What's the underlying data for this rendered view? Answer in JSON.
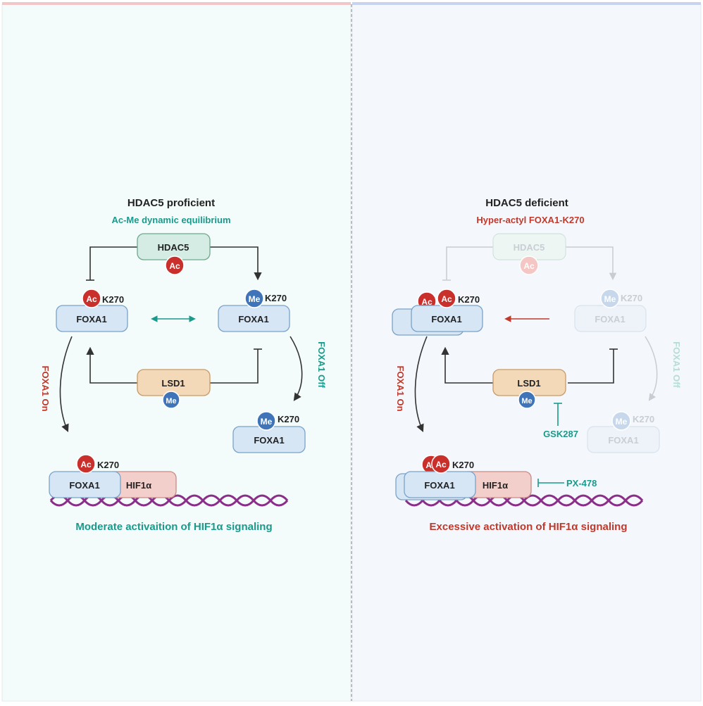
{
  "colors": {
    "teal": "#1a9a8a",
    "red": "#c0392b",
    "ac_badge": "#c9302c",
    "me_badge": "#3f74b9",
    "foxa1_fill": "#d6e6f5",
    "hdac5_fill": "#d4ece3",
    "lsd1_fill": "#f4d9b9",
    "hif_fill": "#f3cfcb",
    "dna": "#8a2e8a",
    "left_bg": "#f3fbfb",
    "right_bg": "#f4f7fc"
  },
  "left": {
    "title": "HDAC5 proficient",
    "subtitle": "Ac-Me dynamic equilibrium",
    "hdac5": "HDAC5",
    "ac": "Ac",
    "me": "Me",
    "k270": "K270",
    "foxa1": "FOXA1",
    "lsd1": "LSD1",
    "hif1a": "HIF1α",
    "foxa1_on": "FOXA1 On",
    "foxa1_off": "FOXA1 Off",
    "footer": "Moderate activaition of HIF1α signaling"
  },
  "right": {
    "title": "HDAC5 deficient",
    "subtitle": "Hyper-actyl FOXA1-K270",
    "hdac5": "HDAC5",
    "ac": "Ac",
    "me": "Me",
    "k270": "K270",
    "foxa1": "FOXA1",
    "lsd1": "LSD1",
    "hif1a": "HIF1α",
    "foxa1_on": "FOXA1 On",
    "foxa1_off": "FOXA1 Off",
    "gsk": "GSK287",
    "px": "PX-478",
    "footer": "Excessive activation of HIF1α signaling"
  }
}
